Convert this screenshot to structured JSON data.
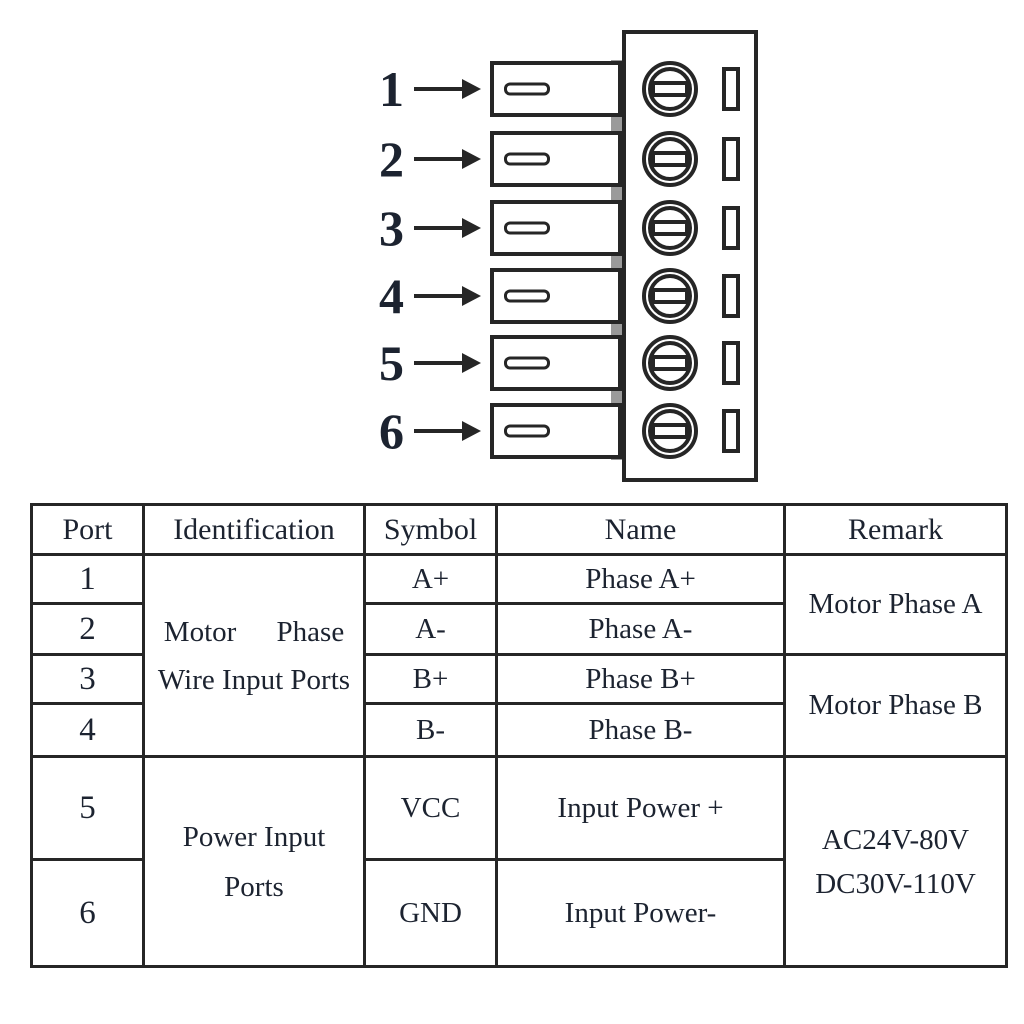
{
  "figure": {
    "background_color": "#ffffff",
    "line_color": "#262626",
    "text_color": "#1c2330",
    "shadow_color": "#9a9a9a"
  },
  "diagram": {
    "description": "6-pin screw terminal connector pinout",
    "pins": [
      {
        "label": "1"
      },
      {
        "label": "2"
      },
      {
        "label": "3"
      },
      {
        "label": "4"
      },
      {
        "label": "5"
      },
      {
        "label": "6"
      }
    ]
  },
  "table": {
    "headers": [
      "Port",
      "Identification",
      "Symbol",
      "Name",
      "Remark"
    ],
    "rows": [
      {
        "port": "1",
        "symbol": "A+",
        "name": "Phase A+"
      },
      {
        "port": "2",
        "symbol": "A-",
        "name": "Phase A-"
      },
      {
        "port": "3",
        "symbol": "B+",
        "name": "Phase B+"
      },
      {
        "port": "4",
        "symbol": "B-",
        "name": "Phase B-"
      },
      {
        "port": "5",
        "symbol": "VCC",
        "name": "Input Power +"
      },
      {
        "port": "6",
        "symbol": "GND",
        "name": "Input Power-"
      }
    ],
    "groups": {
      "motor_identification": {
        "line1": "Motor Phase",
        "line2": "Wire Input Ports"
      },
      "power_identification": {
        "line1": "Power Input",
        "line2": "Ports"
      },
      "remark_phase_a": "Motor Phase A",
      "remark_phase_b": "Motor Phase B",
      "remark_power": {
        "line1": "AC24V-80V",
        "line2": "DC30V-110V"
      }
    }
  }
}
